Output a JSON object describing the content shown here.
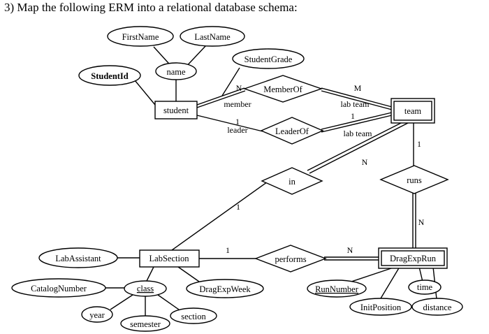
{
  "question": "3) Map the following ERM into a relational database schema:",
  "entities": {
    "student": "student",
    "team": "team",
    "lab_section": "LabSection",
    "drag_exp_run": "DragExpRun"
  },
  "relationships": {
    "member_of": "MemberOf",
    "leader_of": "LeaderOf",
    "in": "in",
    "runs": "runs",
    "performs": "performs"
  },
  "attributes": {
    "first_name": "FirstName",
    "last_name": "LastName",
    "name": "name",
    "student_id": "StudentId",
    "student_grade": "StudentGrade",
    "lab_assistant": "LabAssistant",
    "catalog_number": "CatalogNumber",
    "class": "class",
    "drag_exp_week": "DragExpWeek",
    "year": "year",
    "semester": "semester",
    "section": "section",
    "run_number": "RunNumber",
    "time": "time",
    "init_position": "InitPosition",
    "distance": "distance"
  },
  "labels": {
    "memberof_n": "N",
    "memberof_m": "M",
    "member_role": "member",
    "lab_team_role_1": "lab team",
    "leaderof_1_left": "1",
    "leader_role": "leader",
    "leaderof_1_right": "1",
    "lab_team_role_2": "lab team",
    "in_n": "N",
    "in_1": "1",
    "runs_1": "1",
    "runs_n": "N",
    "performs_1": "1",
    "performs_n": "N"
  }
}
